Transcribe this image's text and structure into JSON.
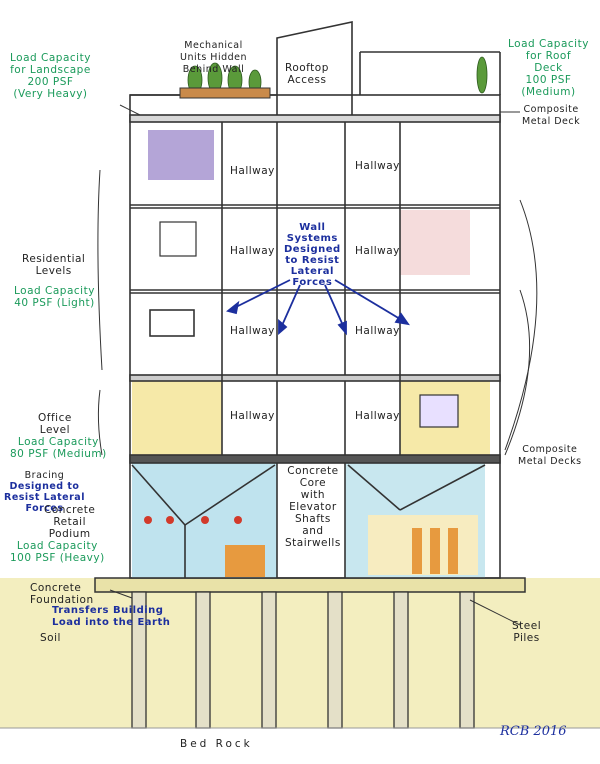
{
  "labels": {
    "load_landscape": [
      "Load Capacity",
      "for Landscape",
      "200 PSF",
      "(Very Heavy)"
    ],
    "mechanical": [
      "Mechanical",
      "Units Hidden",
      "Behind Wall"
    ],
    "rooftop_access": [
      "Rooftop",
      "Access"
    ],
    "load_roof": [
      "Load Capacity",
      "for Roof",
      "Deck",
      "100 PSF",
      "(Medium)"
    ],
    "composite_deck_top": [
      "Composite",
      "Metal Deck"
    ],
    "residential": [
      "Residential",
      "Levels"
    ],
    "residential_load": [
      "Load Capacity",
      "40 PSF (Light)"
    ],
    "wall_systems": [
      "Wall",
      "Systems",
      "Designed",
      "to Resist",
      "Lateral",
      "Forces"
    ],
    "office": [
      "Office",
      "Level"
    ],
    "office_load": [
      "Load Capacity",
      "80 PSF (Medium)"
    ],
    "composite_decks": [
      "Composite",
      "Metal Decks"
    ],
    "bracing": [
      "Bracing",
      "Designed to",
      "Resist Lateral",
      "Forces"
    ],
    "concrete_retail": [
      "Concrete",
      "Retail",
      "Podium"
    ],
    "retail_load": [
      "Load Capacity",
      "100 PSF (Heavy)"
    ],
    "concrete_core": [
      "Concrete",
      "Core",
      "with",
      "Elevator",
      "Shafts",
      "and",
      "Stairwells"
    ],
    "foundation": [
      "Concrete",
      "Foundation"
    ],
    "transfers": [
      "Transfers Building",
      "Load into the Earth"
    ],
    "soil": "Soil",
    "steel_piles": [
      "Steel",
      "Piles"
    ],
    "bedrock": "Bed Rock",
    "hallway": "Hallway",
    "signature": "RCB 2016"
  },
  "colors": {
    "green_text": "#1a9a5a",
    "blue_text": "#1c2f9e",
    "soil": "#f3eebf",
    "glass": "#a9d8e8",
    "office_glow": "#f6e9a8",
    "purple_room": "#9b87c9"
  }
}
